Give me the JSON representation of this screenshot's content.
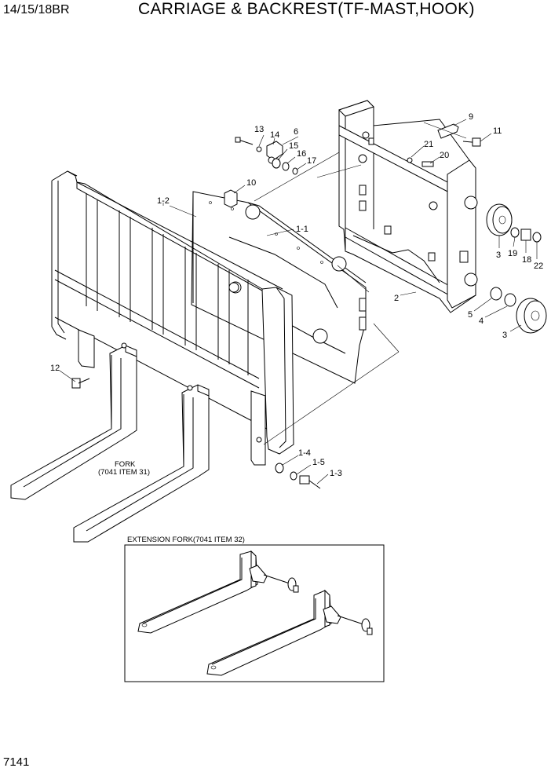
{
  "header": {
    "model": "14/15/18BR",
    "title": "CARRIAGE & BACKREST(TF-MAST,HOOK)"
  },
  "footer": {
    "page_number": "7141"
  },
  "callouts": {
    "c1_1": "1-1",
    "c1_2": "1-2",
    "c1_3": "1-3",
    "c1_4": "1-4",
    "c1_5": "1-5",
    "c2": "2",
    "c3a": "3",
    "c3b": "3",
    "c4": "4",
    "c5": "5",
    "c6": "6",
    "c9": "9",
    "c10": "10",
    "c11": "11",
    "c12": "12",
    "c13": "13",
    "c14": "14",
    "c15": "15",
    "c16": "16",
    "c17": "17",
    "c18": "18",
    "c19": "19",
    "c20": "20",
    "c21": "21",
    "c22": "22"
  },
  "notes": {
    "fork_line1": "FORK",
    "fork_line2": "(7041 ITEM 31)",
    "extension_fork": "EXTENSION FORK(7041 ITEM 32)"
  }
}
